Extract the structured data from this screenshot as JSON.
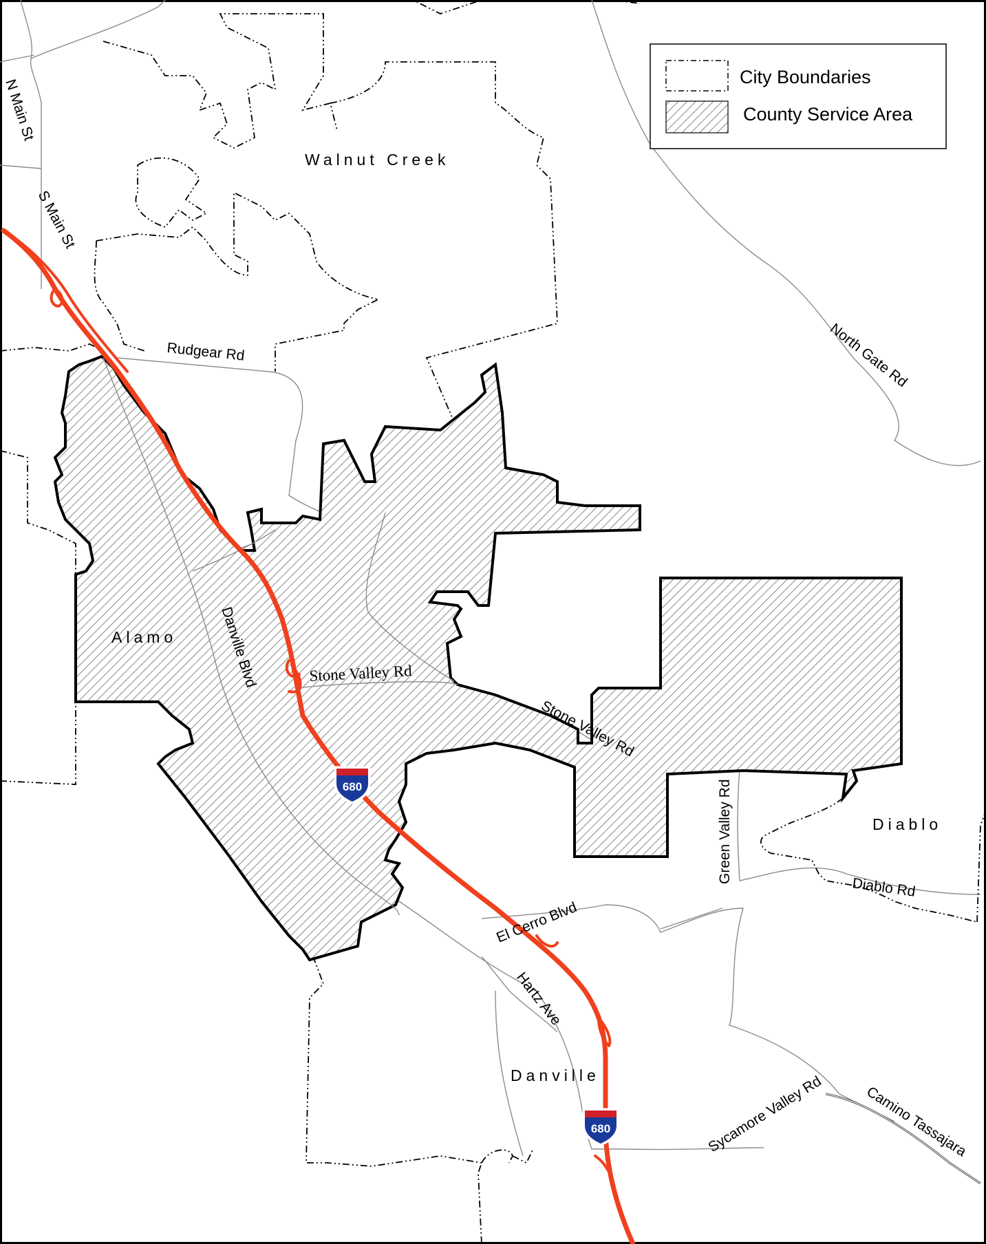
{
  "legend": {
    "city_boundaries": "City Boundaries",
    "county_service_area": "County Service Area"
  },
  "places": {
    "walnut_creek": "Walnut Creek",
    "alamo": "Alamo",
    "danville": "Danville",
    "diablo": "Diablo"
  },
  "roads": {
    "n_main_st": "N Main St",
    "s_main_st": "S Main St",
    "rudgear_rd": "Rudgear Rd",
    "north_gate_rd": "North Gate Rd",
    "danville_blvd": "Danville Blvd",
    "stone_valley_rd_1": "Stone Valley Rd",
    "stone_valley_rd_2": "Stone Valley Rd",
    "green_valley_rd": "Green Valley Rd",
    "diablo_rd": "Diablo Rd",
    "el_cerro_blvd": "El Cerro Blvd",
    "hartz_ave": "Hartz Ave",
    "sycamore_valley_rd": "Sycamore Valley Rd",
    "camino_tassajara": "Camino Tassajara"
  },
  "highway_shields": {
    "north": "680",
    "south": "680"
  },
  "colors": {
    "freeway": "#f0401e",
    "shield_top": "#d0202a",
    "shield_body": "#1a3a9a",
    "hatch": "#555555",
    "road": "#8c8c8c"
  }
}
